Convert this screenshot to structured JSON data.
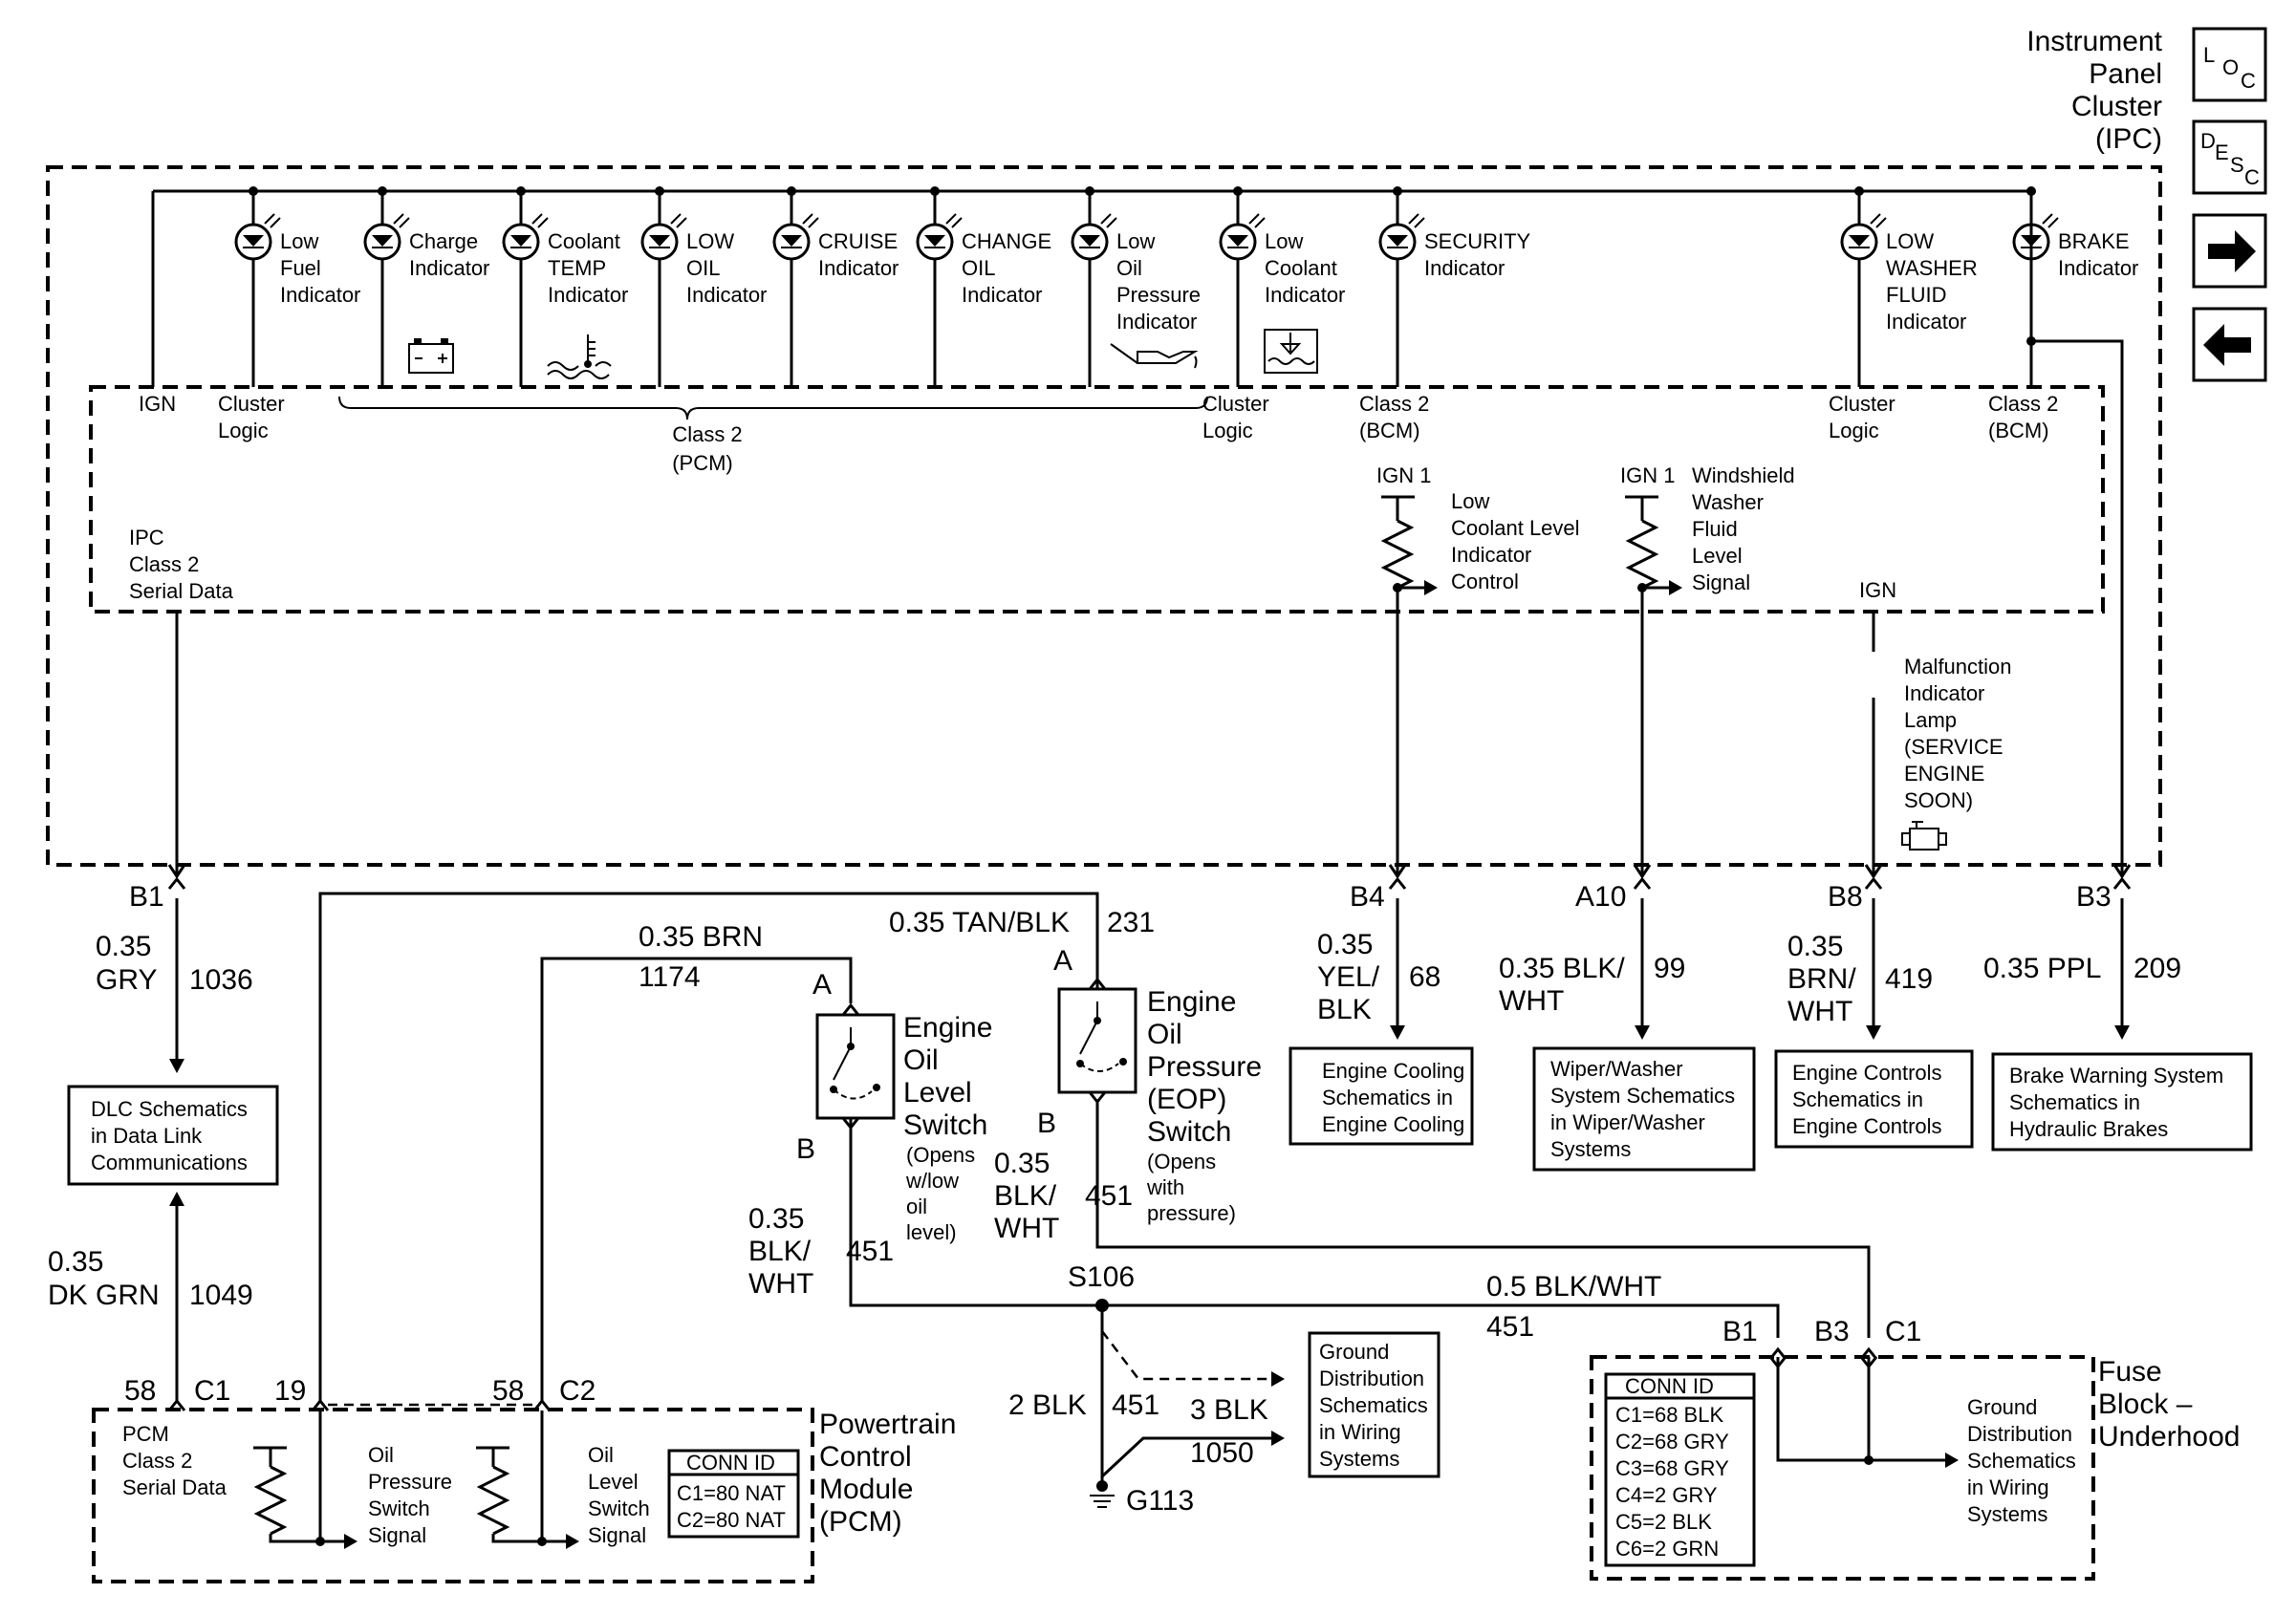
{
  "ipc": {
    "title": [
      "Instrument",
      "Panel",
      "Cluster",
      "(IPC)"
    ],
    "indicators": [
      {
        "lines": [
          "Low",
          "Fuel",
          "Indicator"
        ]
      },
      {
        "lines": [
          "Charge",
          "Indicator"
        ]
      },
      {
        "lines": [
          "Coolant",
          "TEMP",
          "Indicator"
        ]
      },
      {
        "lines": [
          "LOW",
          "OIL",
          "Indicator"
        ]
      },
      {
        "lines": [
          "CRUISE",
          "Indicator"
        ]
      },
      {
        "lines": [
          "CHANGE",
          "OIL",
          "Indicator"
        ]
      },
      {
        "lines": [
          "Low",
          "Oil",
          "Pressure",
          "Indicator"
        ]
      },
      {
        "lines": [
          "Low",
          "Coolant",
          "Indicator"
        ]
      },
      {
        "lines": [
          "SECURITY",
          "Indicator"
        ]
      },
      {
        "lines": [
          "LOW",
          "WASHER",
          "FLUID",
          "Indicator"
        ]
      },
      {
        "lines": [
          "BRAKE",
          "Indicator"
        ]
      }
    ],
    "ign": "IGN",
    "cluster_logic": [
      "Cluster",
      "Logic"
    ],
    "class2_pcm": [
      "Class 2",
      "(PCM)"
    ],
    "class2_bcm": [
      "Class 2",
      "(BCM)"
    ],
    "serial": [
      "IPC",
      "Class 2",
      "Serial Data"
    ],
    "ign1": "IGN 1",
    "coolant_control": [
      "Low",
      "Coolant Level",
      "Indicator",
      "Control"
    ],
    "washer_signal": [
      "Windshield",
      "Washer",
      "Fluid",
      "Level",
      "Signal"
    ],
    "mil": [
      "Malfunction",
      "Indicator",
      "Lamp",
      "(SERVICE",
      "ENGINE",
      "SOON)"
    ]
  },
  "nav": {
    "loc": [
      "L",
      "O",
      "C"
    ],
    "desc": [
      "D",
      "E",
      "S",
      "C"
    ]
  },
  "pins": {
    "b1": "B1",
    "b4": "B4",
    "a10": "A10",
    "b8": "B8",
    "b3": "B3"
  },
  "wires": {
    "gry": [
      "0.35",
      "GRY"
    ],
    "gry_circuit": "1036",
    "dkgrn": [
      "0.35",
      "DK GRN"
    ],
    "dkgrn_circuit": "1049",
    "yel": [
      "0.35",
      "YEL/",
      "BLK"
    ],
    "yel_circuit": "68",
    "blkwht99": [
      "0.35 BLK/",
      "WHT"
    ],
    "blkwht99_circuit": "99",
    "brn": [
      "0.35",
      "BRN/",
      "WHT"
    ],
    "brn_circuit": "419",
    "ppl": "0.35 PPL",
    "ppl_circuit": "209",
    "brn1174": "0.35 BRN",
    "brn1174_circuit": "1174",
    "tan": "0.35 TAN/BLK",
    "tan_circuit": "231",
    "blkwht451a": [
      "0.35",
      "BLK/",
      "WHT"
    ],
    "blkwht451a_circuit": "451",
    "blkwht451b": [
      "0.35",
      "BLK/",
      "WHT"
    ],
    "blkwht451b_circuit": "451",
    "splice": "S106",
    "blkwht05": "0.5 BLK/WHT",
    "blkwht05_circuit": "451",
    "blk2": "2 BLK",
    "blk2_circuit": "451",
    "blk3": "3 BLK",
    "blk3_circuit": "1050",
    "ground": "G113"
  },
  "boxes": {
    "dlc": [
      "DLC Schematics",
      "in Data Link",
      "Communications"
    ],
    "cooling": [
      "Engine Cooling",
      "Schematics in",
      "Engine Cooling"
    ],
    "wiper": [
      "Wiper/Washer",
      "System Schematics",
      "in Wiper/Washer",
      "Systems"
    ],
    "controls": [
      "Engine Controls",
      "Schematics in",
      "Engine Controls"
    ],
    "brake": [
      "Brake Warning System",
      "Schematics in",
      "Hydraulic Brakes"
    ],
    "ground1": [
      "Ground",
      "Distribution",
      "Schematics",
      "in Wiring",
      "Systems"
    ],
    "ground2": [
      "Ground",
      "Distribution",
      "Schematics",
      "in Wiring",
      "Systems"
    ]
  },
  "level_switch": {
    "pin_a": "A",
    "pin_b": "B",
    "name": [
      "Engine",
      "Oil",
      "Level",
      "Switch"
    ],
    "note": [
      "(Opens",
      "w/low",
      "oil",
      "level)"
    ]
  },
  "pressure_switch": {
    "pin_a": "A",
    "pin_b": "B",
    "name": [
      "Engine",
      "Oil",
      "Pressure",
      "(EOP)",
      "Switch"
    ],
    "note": [
      "(Opens",
      "with",
      "pressure)"
    ]
  },
  "pcm": {
    "title": [
      "Powertrain",
      "Control",
      "Module",
      "(PCM)"
    ],
    "serial": [
      "PCM",
      "Class 2",
      "Serial Data"
    ],
    "oil_pressure": [
      "Oil",
      "Pressure",
      "Switch",
      "Signal"
    ],
    "oil_level": [
      "Oil",
      "Level",
      "Switch",
      "Signal"
    ],
    "conn_title": "CONN ID",
    "conn": [
      "C1=80 NAT",
      "C2=80 NAT"
    ],
    "pin58a": "58",
    "c1": "C1",
    "pin19": "19",
    "pin58b": "58",
    "c2": "C2"
  },
  "fuse": {
    "title": [
      "Fuse",
      "Block –",
      "Underhood"
    ],
    "conn_title": "CONN ID",
    "conn": [
      "C1=68 BLK",
      "C2=68 GRY",
      "C3=68 GRY",
      "C4=2 GRY",
      "C5=2 BLK",
      "C6=2 GRN"
    ],
    "b1": "B1",
    "b3": "B3",
    "c1": "C1"
  }
}
